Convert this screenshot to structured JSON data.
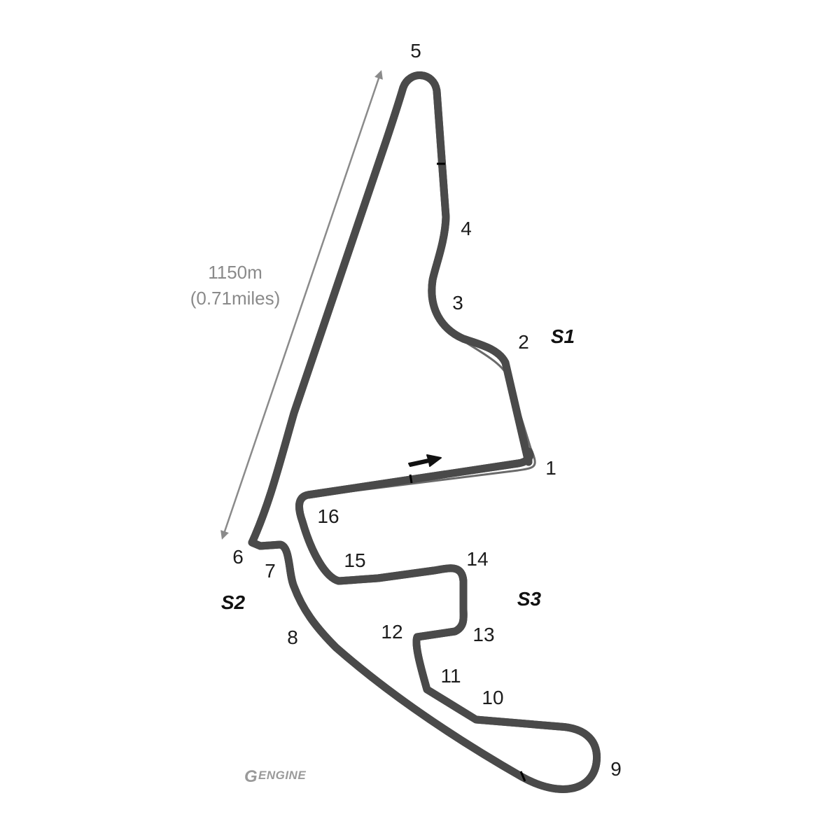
{
  "track_length": {
    "meters": "1150m",
    "miles": "(0.71miles)"
  },
  "turns": [
    "1",
    "2",
    "3",
    "4",
    "5",
    "6",
    "7",
    "8",
    "9",
    "10",
    "11",
    "12",
    "13",
    "14",
    "15",
    "16"
  ],
  "sectors": [
    "S1",
    "S2",
    "S3"
  ],
  "logo": {
    "mark": "G",
    "text": "ENGINE"
  },
  "colors": {
    "track_fill": "#e6e6e6",
    "track_border": "#4a4a4a",
    "pit_lane": "#6a6a6a",
    "length_arrow": "#8a8a8a",
    "markers": "#000000"
  }
}
